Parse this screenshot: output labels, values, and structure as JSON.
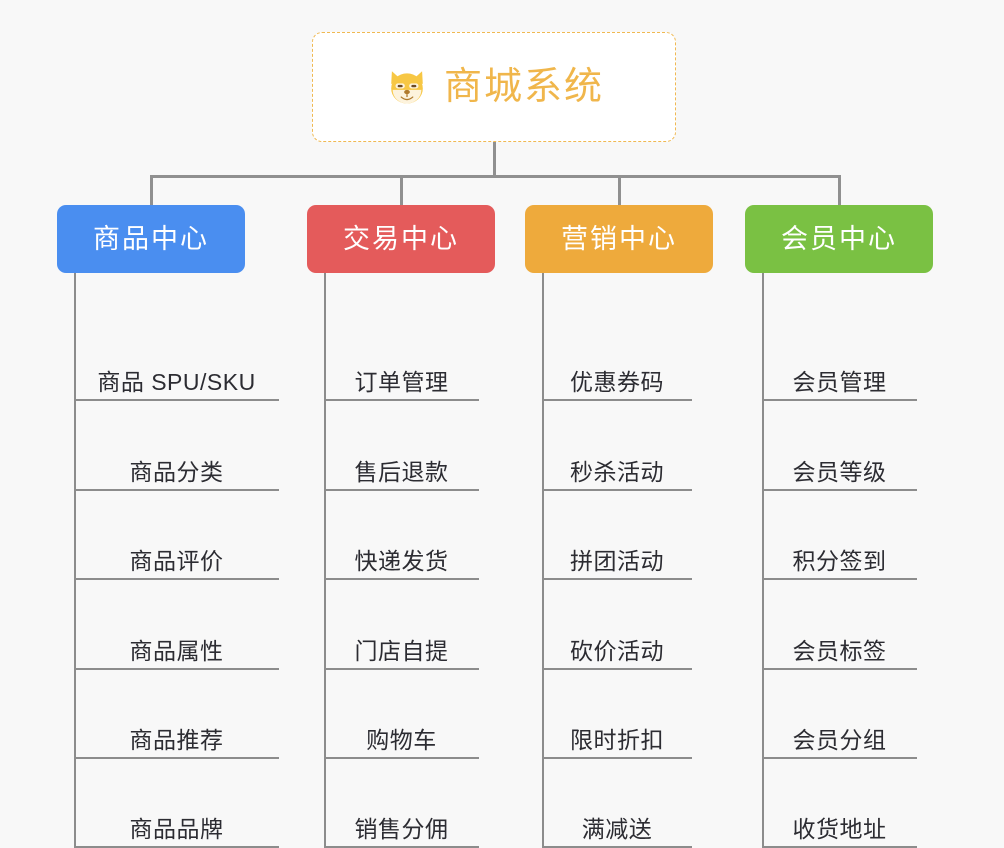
{
  "canvas": {
    "background": "#f8f8f8",
    "connector_color": "#909090"
  },
  "root": {
    "title": "商城系统",
    "icon": "shiba-dog-face-icon",
    "text_color": "#f0b64b",
    "border_color": "#f0b952",
    "background": "#ffffff"
  },
  "branches": [
    {
      "label": "商品中心",
      "color": "#4a8ef0",
      "items": [
        "商品 SPU/SKU",
        "商品分类",
        "商品评价",
        "商品属性",
        "商品推荐",
        "商品品牌"
      ]
    },
    {
      "label": "交易中心",
      "color": "#e45b5b",
      "items": [
        "订单管理",
        "售后退款",
        "快递发货",
        "门店自提",
        "购物车",
        "销售分佣"
      ]
    },
    {
      "label": "营销中心",
      "color": "#eeaa3c",
      "items": [
        "优惠券码",
        "秒杀活动",
        "拼团活动",
        "砍价活动",
        "限时折扣",
        "满减送"
      ]
    },
    {
      "label": "会员中心",
      "color": "#7ac143",
      "items": [
        "会员管理",
        "会员等级",
        "积分签到",
        "会员标签",
        "会员分组",
        "收货地址"
      ]
    }
  ],
  "layout": {
    "branch_left": [
      57,
      307,
      525,
      745
    ],
    "drop_x": [
      150,
      400,
      618,
      838
    ],
    "column_stem_x": [
      74,
      324,
      542,
      762
    ],
    "item_width": [
      205,
      155,
      150,
      155
    ],
    "item_row_tops": [
      53,
      143,
      232,
      322,
      411,
      500
    ],
    "item_row_height": 75
  }
}
